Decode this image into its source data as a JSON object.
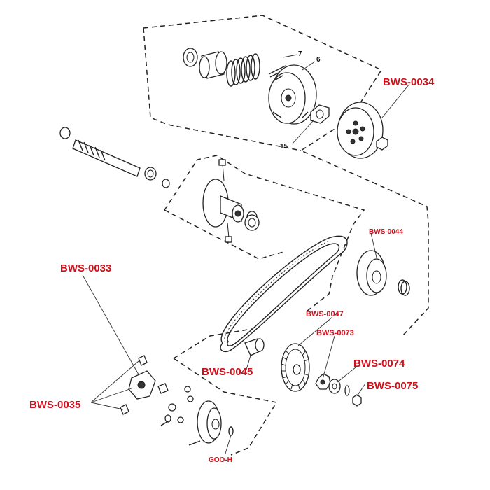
{
  "diagram": {
    "part_numbers": {
      "bws_0034": "BWS-0034",
      "bws_0044": "BWS-0044",
      "bws_0033": "BWS-0033",
      "bws_0047": "BWS-0047",
      "bws_0073": "BWS-0073",
      "bws_0045": "BWS-0045",
      "bws_0074": "BWS-0074",
      "bws_0075": "BWS-0075",
      "bws_0035": "BWS-0035",
      "goo_h": "GOO-H"
    },
    "callouts": {
      "c7": "7",
      "c6": "6",
      "c15": "15"
    },
    "colors": {
      "label_red": "#d0101a",
      "line": "#222222"
    }
  }
}
